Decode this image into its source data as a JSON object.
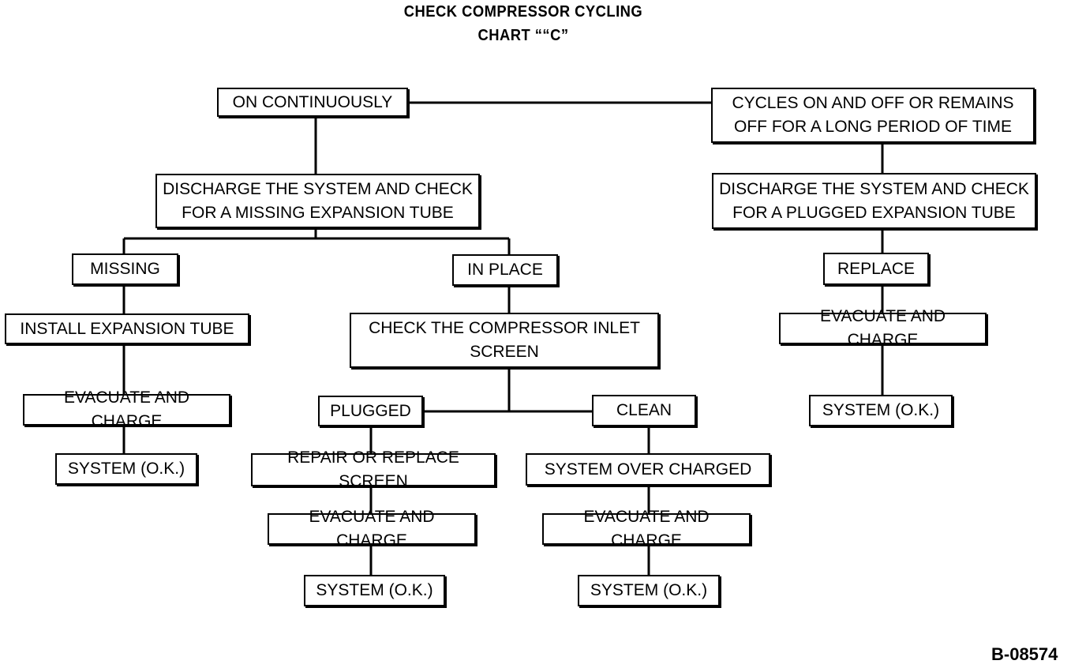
{
  "title": {
    "line1": "CHECK COMPRESSOR CYCLING",
    "line2": "CHART ““C”"
  },
  "nodes": {
    "on_continuously": "ON CONTINUOUSLY",
    "cycles_on_off": "CYCLES ON AND OFF OR REMAINS\nOFF FOR A LONG PERIOD OF TIME",
    "discharge_missing": "DISCHARGE THE SYSTEM AND CHECK\nFOR A MISSING EXPANSION TUBE",
    "discharge_plugged": "DISCHARGE THE SYSTEM AND CHECK\nFOR A PLUGGED EXPANSION TUBE",
    "missing": "MISSING",
    "in_place": "IN PLACE",
    "replace": "REPLACE",
    "install_tube": "INSTALL EXPANSION TUBE",
    "check_inlet_screen": "CHECK THE COMPRESSOR INLET\nSCREEN",
    "evacuate_right": "EVACUATE AND CHARGE",
    "evacuate_left": "EVACUATE AND CHARGE",
    "plugged": "PLUGGED",
    "clean": "CLEAN",
    "system_ok_right": "SYSTEM (O.K.)",
    "system_ok_left": "SYSTEM (O.K.)",
    "repair_screen": "REPAIR OR REPLACE SCREEN",
    "over_charged": "SYSTEM OVER CHARGED",
    "evacuate_mid_left": "EVACUATE AND CHARGE",
    "evacuate_mid_right": "EVACUATE AND CHARGE",
    "system_ok_mid_left": "SYSTEM (O.K.)",
    "system_ok_mid_right": "SYSTEM (O.K.)"
  },
  "figure_id": "B-08574"
}
